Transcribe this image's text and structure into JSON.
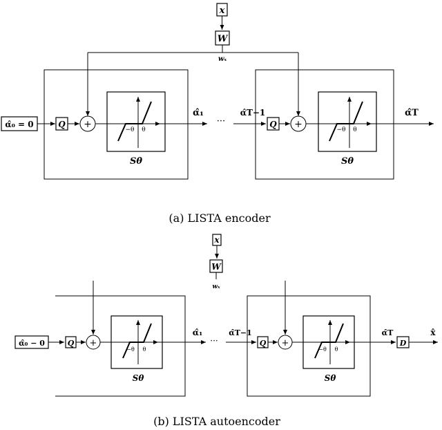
{
  "top": {
    "input_x": "x",
    "weight_W": "W",
    "wx_label": "wₓ",
    "init_label": "α̂₀ = 0",
    "q1": "Q",
    "q2": "Q",
    "plus": "+",
    "neg_theta": "−θ",
    "theta": "θ",
    "s_theta": "Sθ",
    "alpha_1": "α̂₁",
    "ellipsis": "···",
    "alpha_T_minus_1": "α̂T−1",
    "alpha_T": "α̂T",
    "caption": "(a) LISTA encoder"
  },
  "bottom": {
    "input_x": "x",
    "weight_W": "W",
    "wx_label": "wₓ",
    "init_label": "α̂₀ − 0",
    "q1": "Q",
    "q2": "Q",
    "plus": "+",
    "neg_theta": "−θ",
    "theta": "θ",
    "s_theta": "Sθ",
    "alpha_1": "α̂₁",
    "ellipsis": "···",
    "alpha_T_minus_1": "α̂T−1",
    "alpha_T": "α̂T",
    "decoder_D": "D",
    "x_hat": "x̂",
    "caption": "(b) LISTA autoencoder"
  }
}
